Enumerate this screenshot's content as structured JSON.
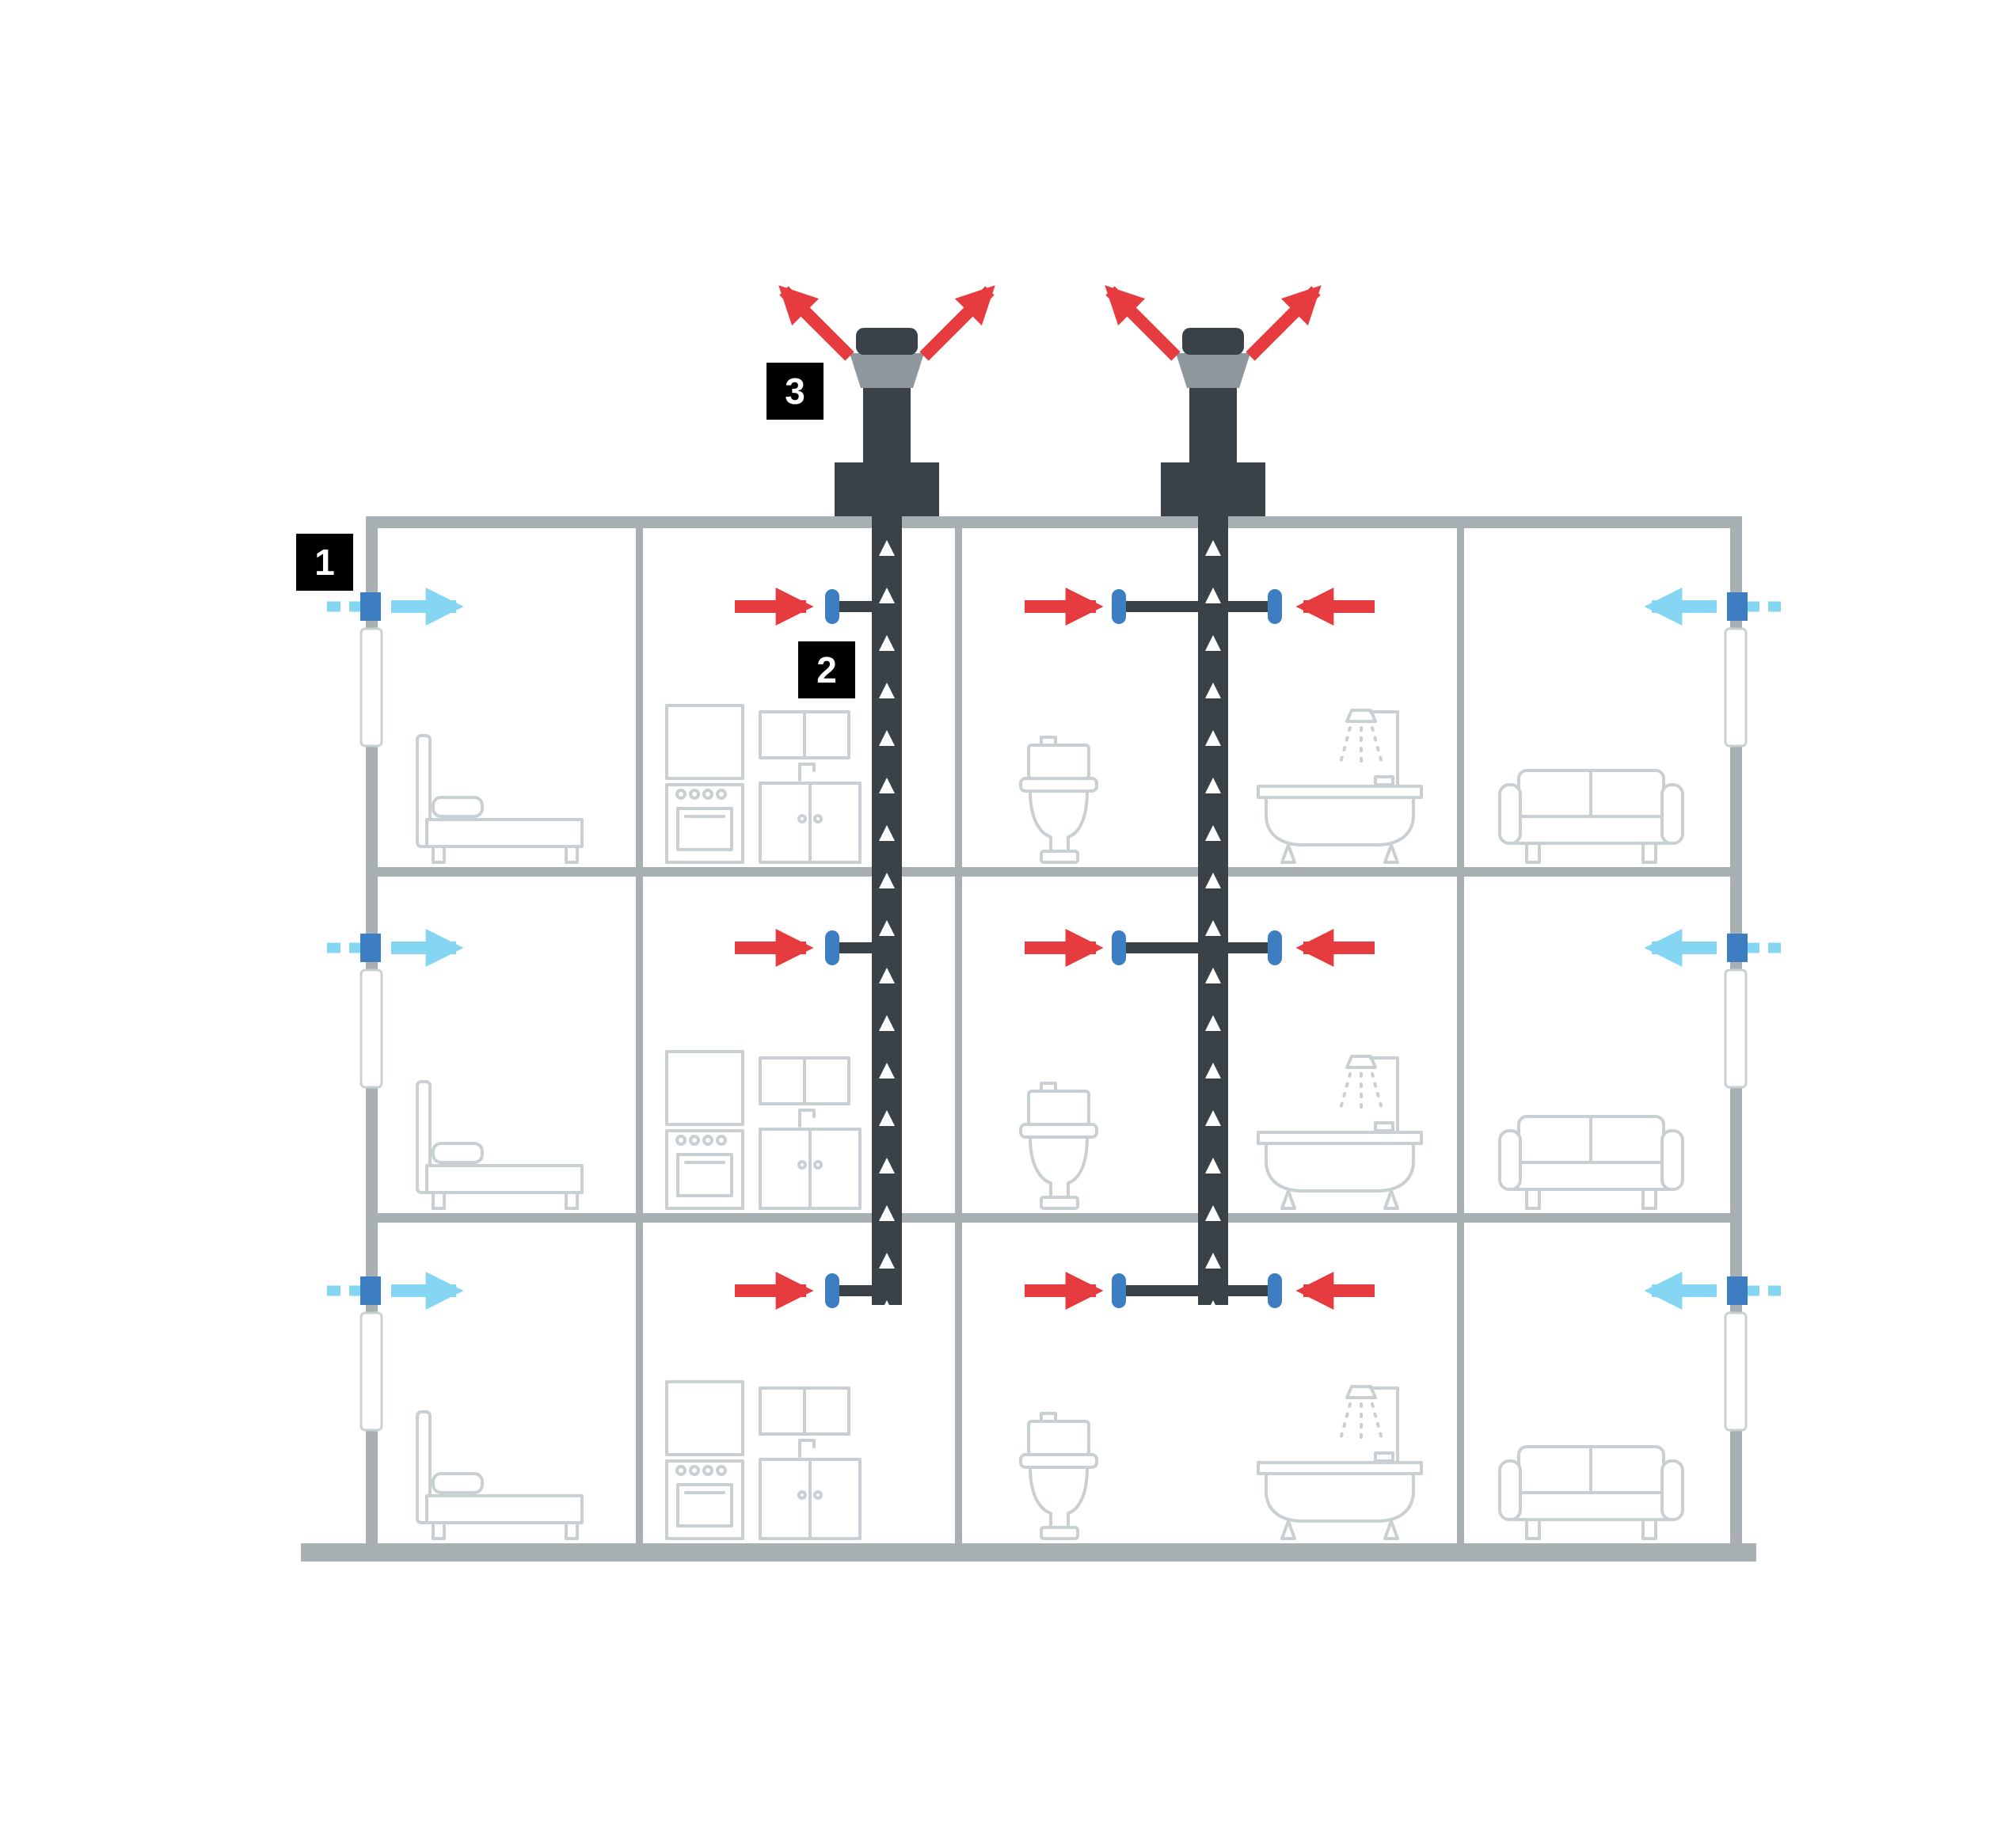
{
  "diagram": {
    "type": "building-ventilation-cross-section",
    "floors": 3,
    "badges": [
      {
        "id": "badge-1",
        "text": "1"
      },
      {
        "id": "badge-2",
        "text": "2"
      },
      {
        "id": "badge-3",
        "text": "3"
      }
    ],
    "rooms": [
      "bedroom",
      "kitchen",
      "toilet",
      "bathroom",
      "living-room"
    ],
    "icons": [
      "bed-icon",
      "kitchen-icon",
      "toilet-icon",
      "bathtub-shower-icon",
      "sofa-icon",
      "roof-ventilator-icon",
      "supply-vent-icon",
      "extract-valve-icon",
      "exhaust-arrow-icon",
      "supply-arrow-icon",
      "duct-airflow-chevron-icon"
    ],
    "colors": {
      "background": "#ffffff",
      "wall": "#a8b0b4",
      "furniture": "#c9d0d3",
      "duct": "#3a4247",
      "ventilator-head": "#8d979c",
      "exhaust-red": "#e63b3f",
      "supply-light-blue": "#85d6f2",
      "valve-blue": "#3d7ec2",
      "badge-bg": "#000000",
      "badge-text": "#ffffff"
    }
  }
}
